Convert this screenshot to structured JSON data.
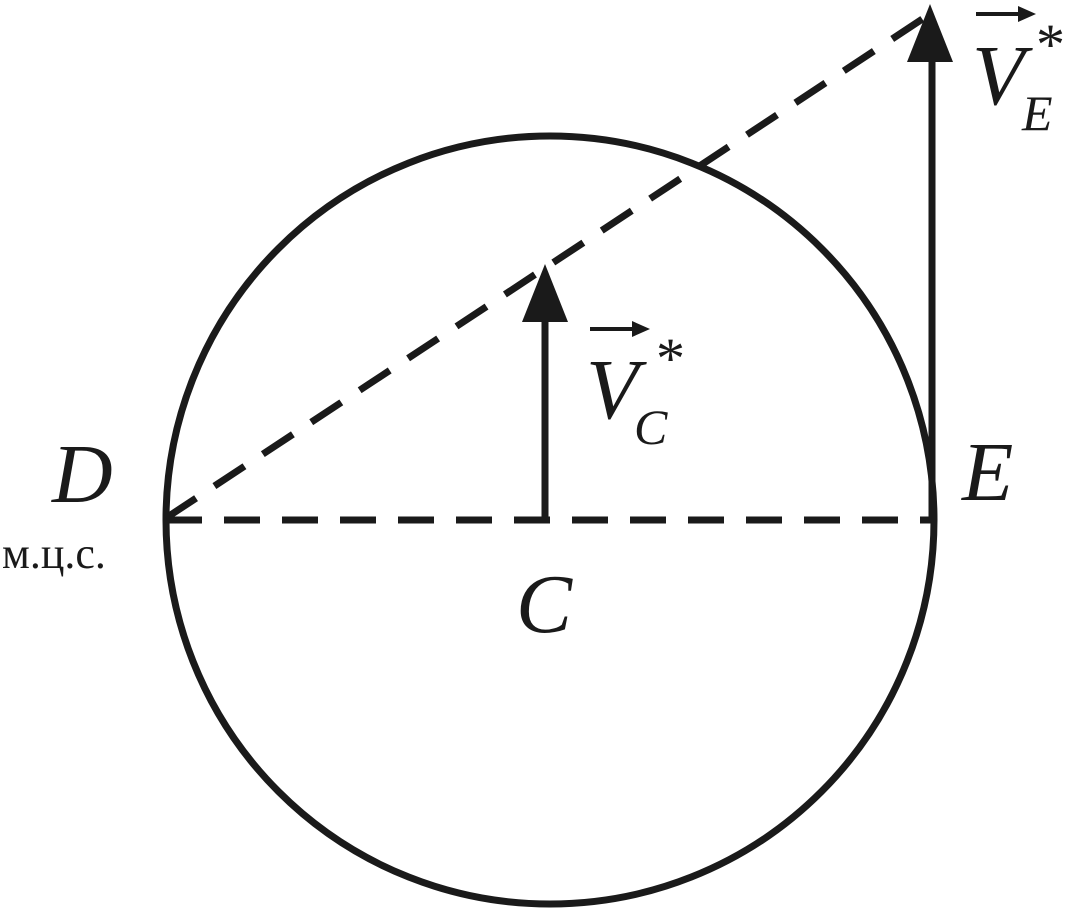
{
  "diagram": {
    "labels": {
      "point_d": "D",
      "point_e": "E",
      "point_c": "C",
      "icr_note": "м.ц.с.",
      "vc_main": "V",
      "vc_sub": "C",
      "vc_star": "*",
      "ve_main": "V",
      "ve_sub": "E",
      "ve_star": "*"
    },
    "colors": {
      "ink": "#1a1a1a",
      "background": "#ffffff"
    }
  }
}
